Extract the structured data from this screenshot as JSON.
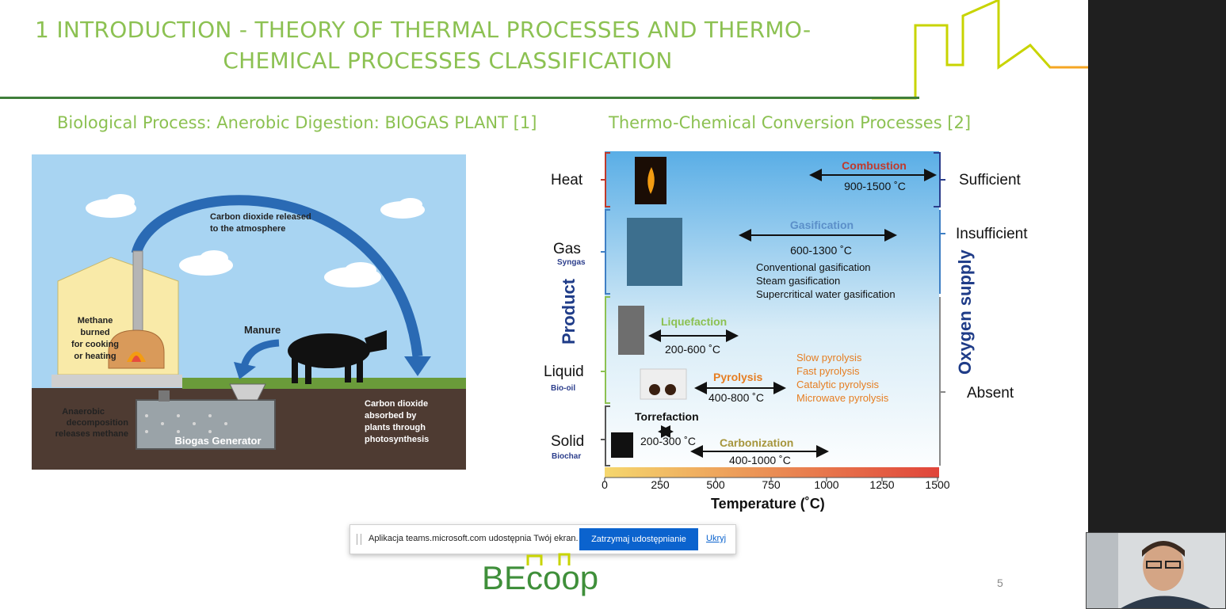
{
  "slide": {
    "title_line1": "1 INTRODUCTION - THEORY OF THERMAL PROCESSES AND THERMO-",
    "title_line2": "CHEMICAL PROCESSES CLASSIFICATION",
    "left_heading": "Biological Process: Anerobic Digestion: BIOGAS PLANT [1]",
    "right_heading": "Thermo-Chemical Conversion Processes [2]",
    "page_number": "5",
    "logo_text": "BEcoop",
    "colors": {
      "title": "#8cc152",
      "rule": "#3f7f3a"
    }
  },
  "biogas": {
    "co2_released_1": "Carbon dioxide released",
    "co2_released_2": "to the atmosphere",
    "methane_1": "Methane",
    "methane_2": "burned",
    "methane_3": "for cooking",
    "methane_4": "or heating",
    "manure": "Manure",
    "anaerobic_1": "Anaerobic",
    "anaerobic_2": "decomposition",
    "anaerobic_3": "releases methane",
    "generator": "Biogas Generator",
    "absorbed_1": "Carbon dioxide",
    "absorbed_2": "absorbed by",
    "absorbed_3": "plants through",
    "absorbed_4": "photosynthesis"
  },
  "thermo": {
    "products": {
      "heat": "Heat",
      "gas": "Gas",
      "syngas": "Syngas",
      "liquid": "Liquid",
      "biooil": "Bio-oil",
      "solid": "Solid",
      "biochar": "Biochar",
      "axis_label": "Product"
    },
    "oxygen": {
      "sufficient": "Sufficient",
      "insufficient": "Insufficient",
      "absent": "Absent",
      "axis_label": "Oxygen supply"
    },
    "processes": {
      "combustion": "Combustion",
      "combustion_range": "900-1500 ˚C",
      "gasification": "Gasification",
      "gasification_range": "600-1300 ˚C",
      "gas_type_1": "Conventional gasification",
      "gas_type_2": "Steam gasification",
      "gas_type_3": "Supercritical water gasification",
      "liquefaction": "Liquefaction",
      "liquefaction_range": "200-600 ˚C",
      "pyrolysis": "Pyrolysis",
      "pyrolysis_range": "400-800 ˚C",
      "pyro_type_1": "Slow pyrolysis",
      "pyro_type_2": "Fast pyrolysis",
      "pyro_type_3": "Catalytic pyrolysis",
      "pyro_type_4": "Microwave pyrolysis",
      "torrefaction": "Torrefaction",
      "torrefaction_range": "200-300 ˚C",
      "carbonization": "Carbonization",
      "carbonization_range": "400-1000 ˚C"
    },
    "axis": {
      "ticks": [
        "0",
        "250",
        "500",
        "750",
        "1000",
        "1250",
        "1500"
      ],
      "label": "Temperature (˚C)"
    },
    "colors": {
      "combustion": "#c0392b",
      "gasification": "#5b8fc9",
      "liquefaction": "#8cc152",
      "pyrolysis": "#e67e22",
      "carbonization": "#a6953b"
    }
  },
  "share": {
    "message": "Aplikacja teams.microsoft.com udostępnia Twój ekran.",
    "stop_label": "Zatrzymaj udostępnianie",
    "hide_label": "Ukryj"
  }
}
